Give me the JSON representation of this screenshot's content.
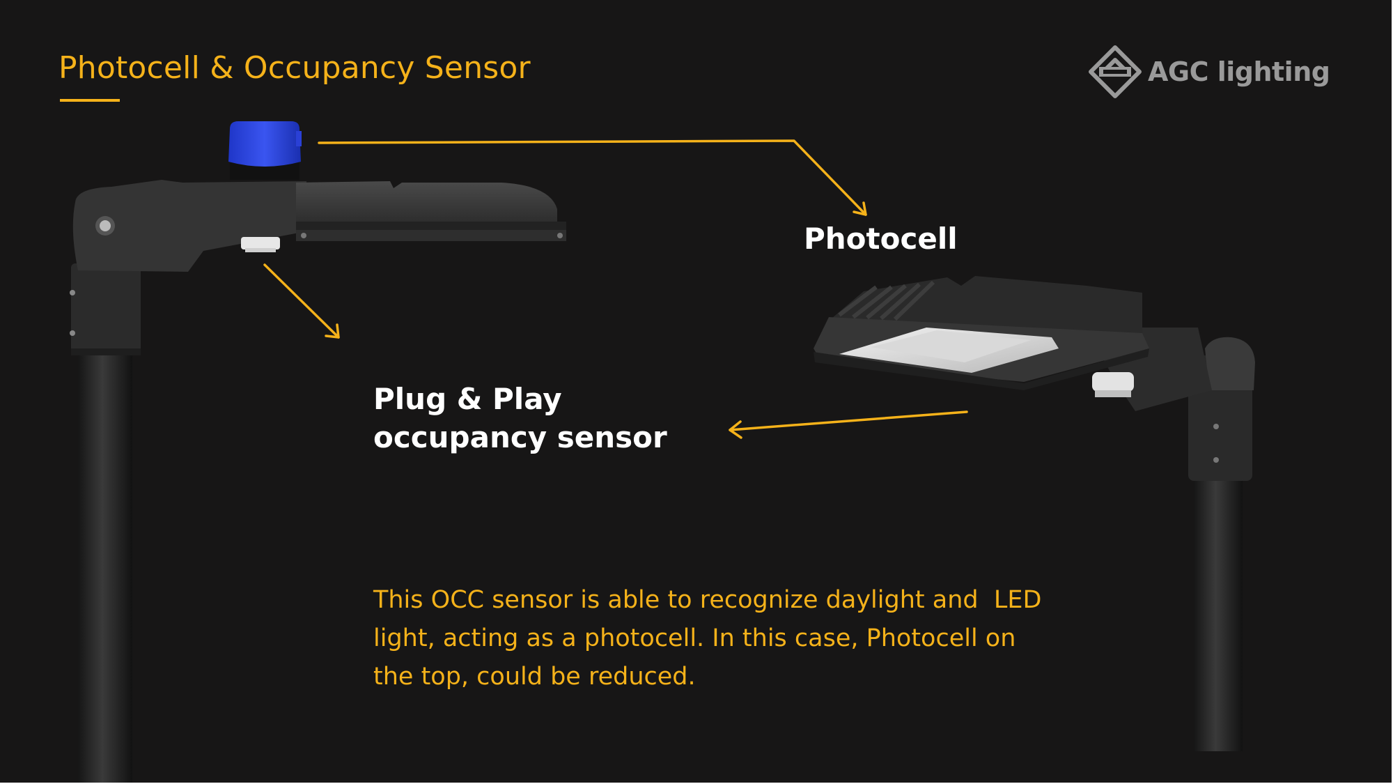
{
  "slide": {
    "title": "Photocell & Occupancy Sensor",
    "accent_color": "#f5b21a",
    "background_color": "#171616"
  },
  "logo": {
    "text": "AGC lighting",
    "icon": "agc-diamond-logo-icon"
  },
  "labels": {
    "photocell": "Photocell",
    "occupancy_line1": "Plug & Play",
    "occupancy_line2": "occupancy sensor"
  },
  "description": {
    "line1": "This OCC sensor is able to recognize daylight and  LED",
    "line2": "light, acting as a photocell. In this case, Photocell on",
    "line3": "the top, could be reduced."
  },
  "images": {
    "left_fixture": "street-light-side-view-with-blue-photocell",
    "right_fixture": "street-light-angled-view-with-occupancy-sensor"
  }
}
